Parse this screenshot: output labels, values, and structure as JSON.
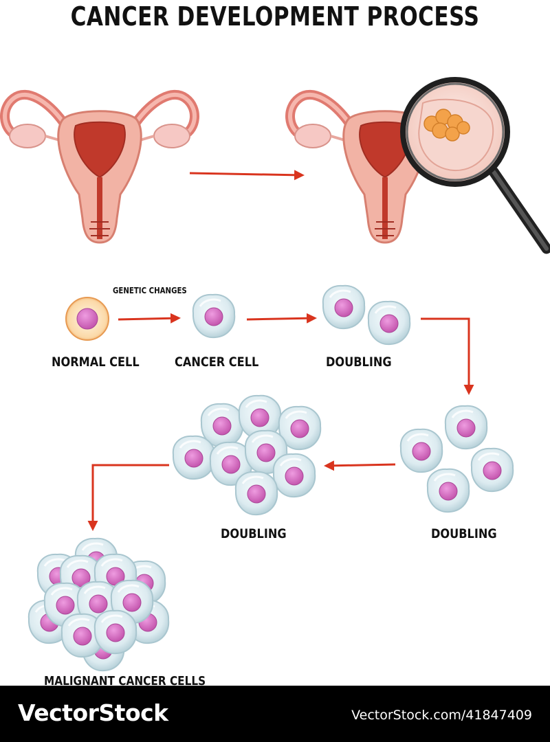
{
  "title": "CANCER DEVELOPMENT PROCESS",
  "annotation": "GENETIC CHANGES",
  "labels": {
    "normal_cell": "NORMAL CELL",
    "cancer_cell": "CANCER CELL",
    "doubling_1": "DOUBLING",
    "doubling_2": "DOUBLING",
    "doubling_3": "DOUBLING",
    "malignant": "MALIGNANT CANCER CELLS"
  },
  "footer": {
    "brand": "VectorStock",
    "stock_id": "VectorStock.com/41847409"
  },
  "colors": {
    "arrow": "#d9341e",
    "uterus_outer": "#e07a70",
    "uterus_inner": "#c0392b",
    "cell_membrane": "#d6eaf0",
    "nucleus": "#d46fc0",
    "tumor": "#f3a24a"
  }
}
